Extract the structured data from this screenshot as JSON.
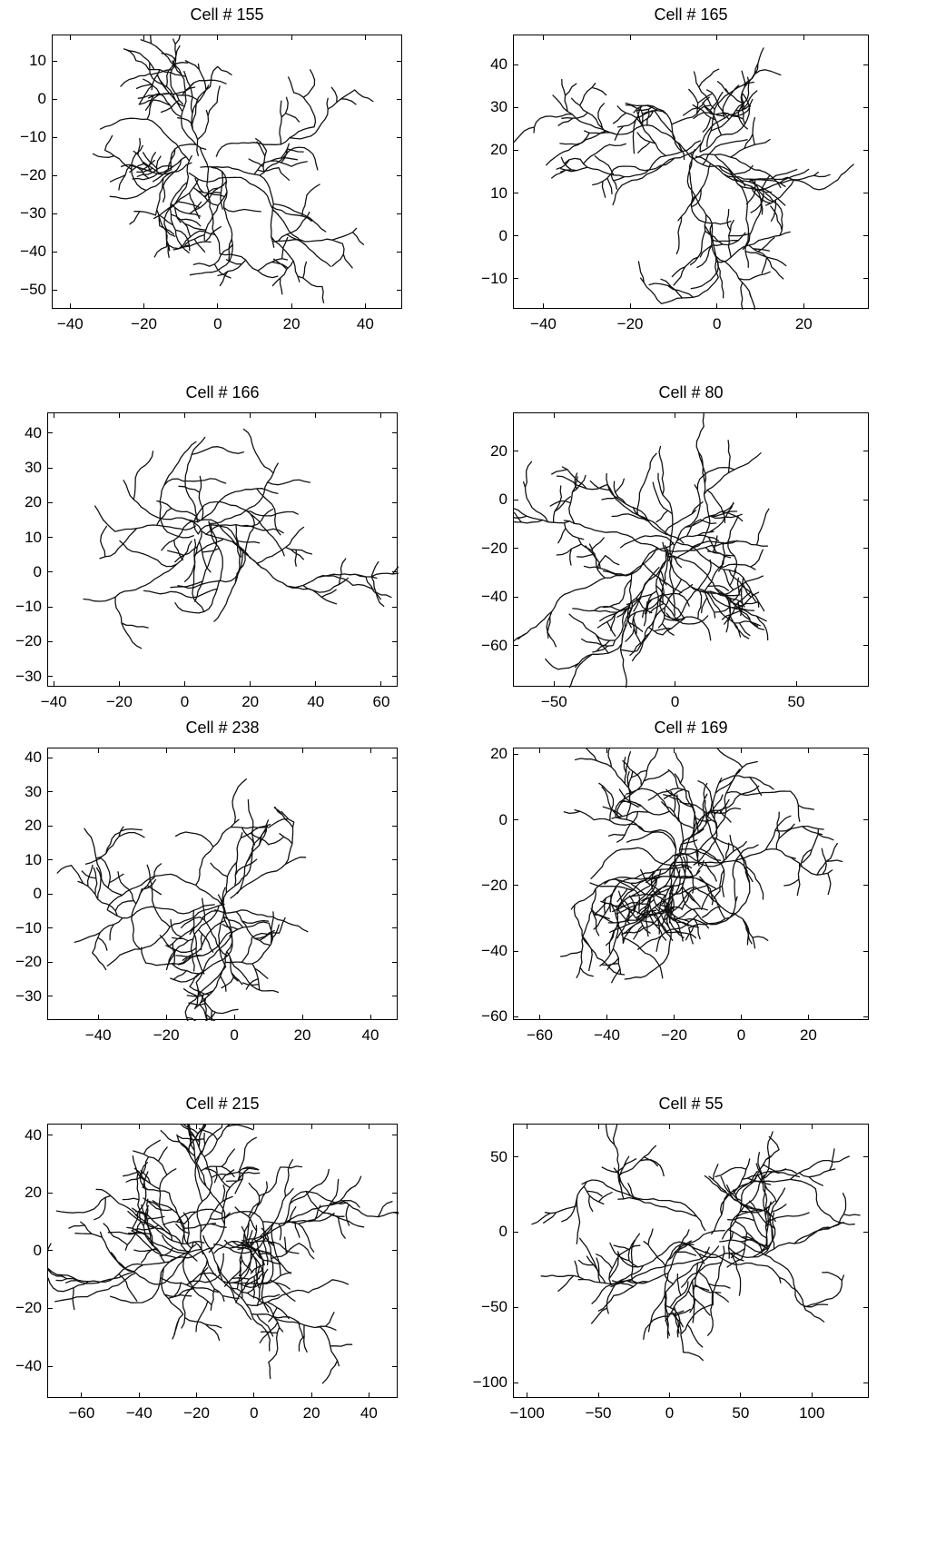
{
  "panels": [
    {
      "title": "Cell # 155",
      "x_ticks": [
        "−40",
        "−20",
        "0",
        "20",
        "40"
      ],
      "x_vals": [
        -40,
        -20,
        0,
        20,
        40
      ],
      "xlim": [
        -45,
        50
      ],
      "y_ticks": [
        "10",
        "0",
        "−10",
        "−20",
        "−30",
        "−40",
        "−50"
      ],
      "y_vals": [
        10,
        0,
        -10,
        -20,
        -30,
        -40,
        -50
      ],
      "ylim": [
        -55,
        17
      ],
      "seed": 155,
      "density": 1.0
    },
    {
      "title": "Cell # 165",
      "x_ticks": [
        "−40",
        "−20",
        "0",
        "20"
      ],
      "x_vals": [
        -40,
        -20,
        0,
        20
      ],
      "xlim": [
        -47,
        35
      ],
      "y_ticks": [
        "40",
        "30",
        "20",
        "10",
        "0",
        "−10"
      ],
      "y_vals": [
        40,
        30,
        20,
        10,
        0,
        -10
      ],
      "ylim": [
        -17,
        47
      ],
      "seed": 165,
      "density": 1.0
    },
    {
      "title": "Cell # 166",
      "x_ticks": [
        "−40",
        "−20",
        "0",
        "20",
        "40",
        "60"
      ],
      "x_vals": [
        -40,
        -20,
        0,
        20,
        40,
        60
      ],
      "xlim": [
        -42,
        65
      ],
      "y_ticks": [
        "40",
        "30",
        "20",
        "10",
        "0",
        "−10",
        "−20",
        "−30"
      ],
      "y_vals": [
        40,
        30,
        20,
        10,
        0,
        -10,
        -20,
        -30
      ],
      "ylim": [
        -33,
        46
      ],
      "seed": 166,
      "density": 1.1
    },
    {
      "title": "Cell # 80",
      "x_ticks": [
        "−50",
        "0",
        "50"
      ],
      "x_vals": [
        -50,
        0,
        50
      ],
      "xlim": [
        -67,
        80
      ],
      "y_ticks": [
        "20",
        "0",
        "−20",
        "−40",
        "−60"
      ],
      "y_vals": [
        20,
        0,
        -20,
        -40,
        -60
      ],
      "ylim": [
        -77,
        36
      ],
      "seed": 80,
      "density": 1.2
    },
    {
      "title": "Cell # 238",
      "x_ticks": [
        "−40",
        "−20",
        "0",
        "20",
        "40"
      ],
      "x_vals": [
        -40,
        -20,
        0,
        20,
        40
      ],
      "xlim": [
        -55,
        48
      ],
      "y_ticks": [
        "40",
        "30",
        "20",
        "10",
        "0",
        "−10",
        "−20",
        "−30"
      ],
      "y_vals": [
        40,
        30,
        20,
        10,
        0,
        -10,
        -20,
        -30
      ],
      "ylim": [
        -37,
        43
      ],
      "seed": 238,
      "density": 1.0
    },
    {
      "title": "Cell # 169",
      "x_ticks": [
        "−60",
        "−40",
        "−20",
        "0",
        "20"
      ],
      "x_vals": [
        -60,
        -40,
        -20,
        0,
        20
      ],
      "xlim": [
        -68,
        38
      ],
      "y_ticks": [
        "20",
        "0",
        "−20",
        "−40",
        "−60"
      ],
      "y_vals": [
        20,
        0,
        -20,
        -40,
        -60
      ],
      "ylim": [
        -61,
        22
      ],
      "seed": 169,
      "density": 1.4
    },
    {
      "title": "Cell # 215",
      "x_ticks": [
        "−60",
        "−40",
        "−20",
        "0",
        "20",
        "40"
      ],
      "x_vals": [
        -60,
        -40,
        -20,
        0,
        20,
        40
      ],
      "xlim": [
        -72,
        50
      ],
      "y_ticks": [
        "40",
        "20",
        "0",
        "−20",
        "−40"
      ],
      "y_vals": [
        40,
        20,
        0,
        -20,
        -40
      ],
      "ylim": [
        -51,
        44
      ],
      "seed": 215,
      "density": 1.1
    },
    {
      "title": "Cell # 55",
      "x_ticks": [
        "−100",
        "−50",
        "0",
        "50",
        "100"
      ],
      "x_vals": [
        -100,
        -50,
        0,
        50,
        100
      ],
      "xlim": [
        -110,
        140
      ],
      "y_ticks": [
        "50",
        "0",
        "−50",
        "−100"
      ],
      "y_vals": [
        50,
        0,
        -50,
        -100
      ],
      "ylim": [
        -110,
        72
      ],
      "seed": 55,
      "density": 1.1
    }
  ]
}
